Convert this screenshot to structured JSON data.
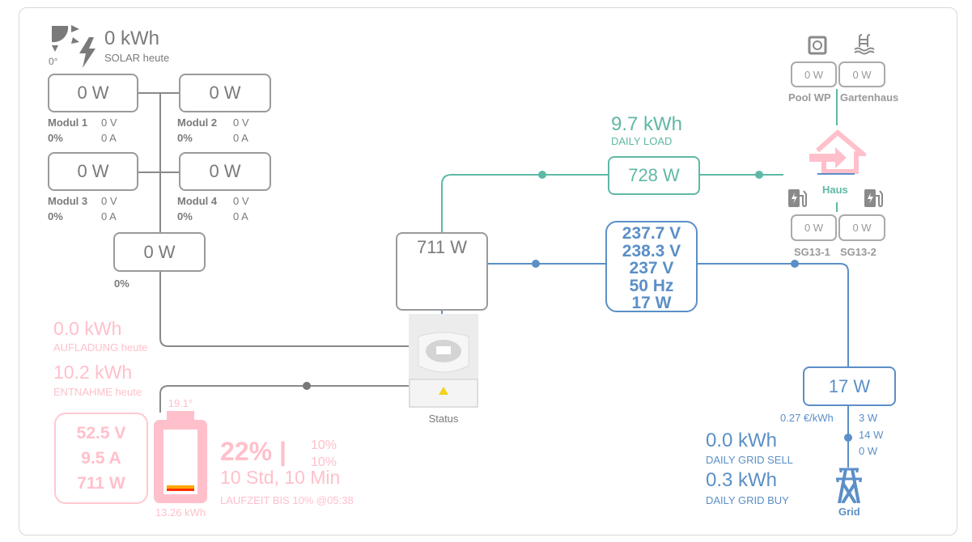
{
  "solar": {
    "energy": "0 kWh",
    "label": "SOLAR heute",
    "angle": "0°",
    "modules": [
      {
        "name": "Modul 1",
        "power": "0 W",
        "voltage": "0 V",
        "percent": "0%",
        "current": "0 A"
      },
      {
        "name": "Modul 2",
        "power": "0 W",
        "voltage": "0 V",
        "percent": "0%",
        "current": "0 A"
      },
      {
        "name": "Modul 3",
        "power": "0 W",
        "voltage": "0 V",
        "percent": "0%",
        "current": "0 A"
      },
      {
        "name": "Modul 4",
        "power": "0 W",
        "voltage": "0 V",
        "percent": "0%",
        "current": "0 A"
      }
    ],
    "total_power": "0 W",
    "total_percent": "0%"
  },
  "battery": {
    "charge": "0.0 kWh",
    "charge_label": "AUFLADUNG heute",
    "discharge": "10.2 kWh",
    "discharge_label": "ENTNAHME heute",
    "voltage": "52.5 V",
    "current": "9.5 A",
    "power": "711 W",
    "temperature": "19.1°",
    "capacity": "13.26 kWh",
    "soc": "22% |",
    "soc_value": 22,
    "min_soc_1": "10%",
    "min_soc_2": "10%",
    "runtime": "10 Std, 10 Min",
    "runtime_label": "LAUFZEIT BIS 10% @05:38"
  },
  "inverter": {
    "power": "711 W",
    "status": "Status"
  },
  "load": {
    "energy": "9.7 kWh",
    "label": "DAILY LOAD",
    "power": "728 W",
    "house_label": "Haus",
    "aux": [
      {
        "name": "Pool WP",
        "power": "0 W"
      },
      {
        "name": "Gartenhaus",
        "power": "0 W"
      },
      {
        "name": "SG13-1",
        "power": "0 W"
      },
      {
        "name": "SG13-2",
        "power": "0 W"
      }
    ]
  },
  "grid": {
    "v1": "237.7 V",
    "v2": "238.3 V",
    "v3": "237 V",
    "freq": "50 Hz",
    "inv_power": "17 W",
    "power": "17 W",
    "price": "0.27 €/kWh",
    "phases": [
      "3 W",
      "14 W",
      "0 W"
    ],
    "sell": "0.0 kWh",
    "sell_label": "DAILY GRID SELL",
    "buy": "0.3 kWh",
    "buy_label": "DAILY GRID BUY",
    "label": "Grid"
  },
  "colors": {
    "gray": "#7a7a7a",
    "teal": "#5fb8a5",
    "blue": "#5b8fc7",
    "pink": "#ffc0cb"
  }
}
